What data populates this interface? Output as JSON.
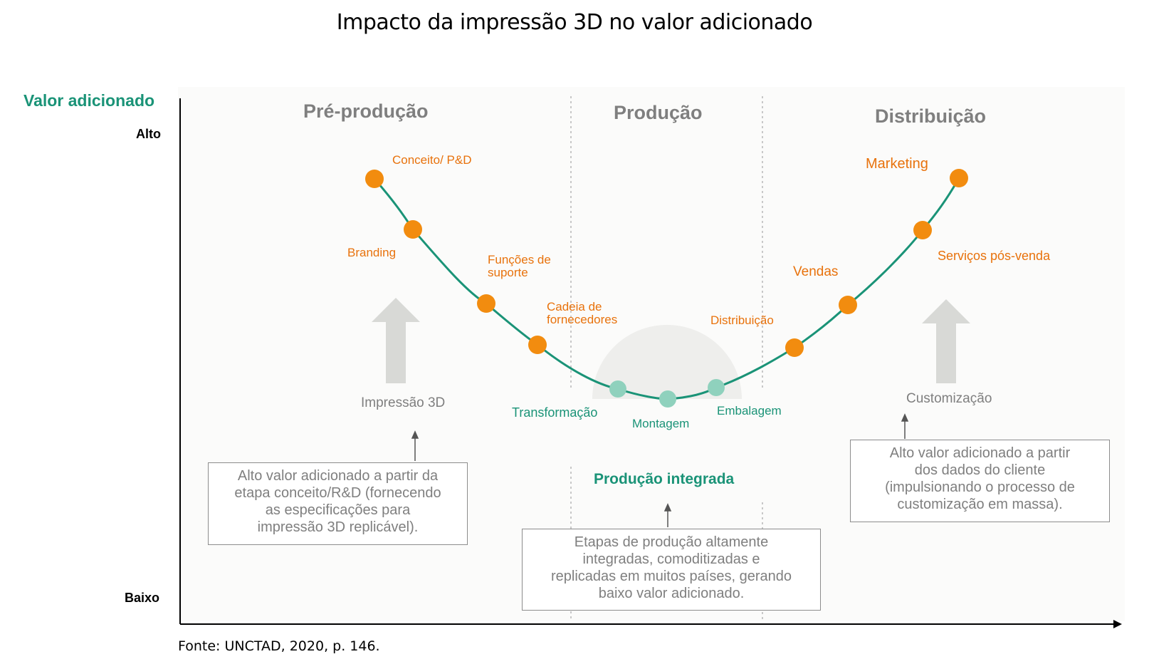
{
  "title": "Impacto da impressão 3D no valor adicionado",
  "y_axis": {
    "label": "Valor adicionado",
    "high": "Alto",
    "low": "Baixo"
  },
  "stages": [
    "Pré-produção",
    "Produção",
    "Distribuição"
  ],
  "points": [
    {
      "label": "Conceito/ P&D",
      "group": "orange"
    },
    {
      "label": "Branding",
      "group": "orange"
    },
    {
      "label": "Funções de suporte",
      "group": "orange"
    },
    {
      "label": "Cadeia de fornecedores",
      "group": "orange"
    },
    {
      "label": "Transformação",
      "group": "teal"
    },
    {
      "label": "Montagem",
      "group": "teal"
    },
    {
      "label": "Embalagem",
      "group": "teal"
    },
    {
      "label": "Distribuição",
      "group": "orange"
    },
    {
      "label": "Vendas",
      "group": "orange"
    },
    {
      "label": "Serviços pós-venda",
      "group": "orange"
    },
    {
      "label": "Marketing",
      "group": "orange"
    }
  ],
  "arrows": {
    "left": "Impressão 3D",
    "right": "Customização"
  },
  "integrated_label": "Produção integrada",
  "boxes": {
    "left": [
      "Alto valor adicionado a partir da",
      "etapa conceito/R&D (fornecendo",
      "as especificações para",
      "impressão 3D replicável)."
    ],
    "center": [
      "Etapas de produção altamente",
      "integradas, comoditizadas e",
      "replicadas em muitos países, gerando",
      "baixo valor adicionado."
    ],
    "right": [
      "Alto valor adicionado a partir",
      "dos dados do cliente",
      "(impulsionando  o processo de",
      "customização em massa)."
    ]
  },
  "source": "Fonte: UNCTAD, 2020, p. 146.",
  "colors": {
    "orange": "#f28c0f",
    "teal": "#8fd1bd",
    "curve": "#1a9377",
    "label_orange": "#e8720c",
    "label_green": "#1a9377",
    "gray": "#7f7f7f"
  }
}
